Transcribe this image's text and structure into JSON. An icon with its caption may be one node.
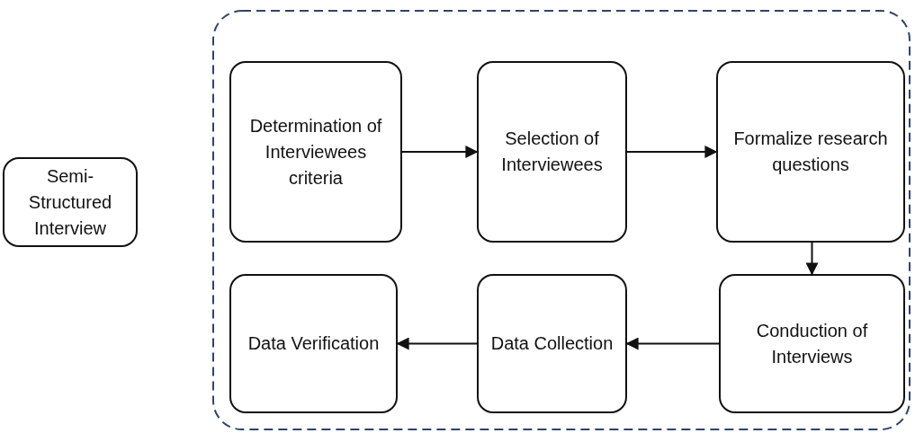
{
  "diagram": {
    "nodes": [
      {
        "text": [
          "Semi-Structured Interview"
        ]
      },
      {
        "text": [],
        "shape": "box"
      },
      {
        "text": [
          "Determination of Interviewees criteria"
        ],
        "in": 1
      },
      {
        "text": [
          "Selection of Interviewees"
        ],
        "in": 1
      },
      {
        "text": [
          "Formalize research questions"
        ],
        "in": 1
      },
      {
        "text": [
          "Data Verification"
        ],
        "in": 1
      },
      {
        "text": [
          "Data Collection"
        ],
        "in": 1
      },
      {
        "text": [
          "Conduction of Interviews"
        ],
        "in": 1
      }
    ],
    "edges": [
      {
        "from": 2,
        "to": 3,
        "arrow": "to"
      },
      {
        "from": 3,
        "to": 4,
        "arrow": "to"
      },
      {
        "from": 4,
        "to": 7,
        "arrow": "to"
      },
      {
        "from": 7,
        "to": 6,
        "arrow": "to"
      },
      {
        "from": 6,
        "to": 5,
        "arrow": "to"
      }
    ]
  }
}
